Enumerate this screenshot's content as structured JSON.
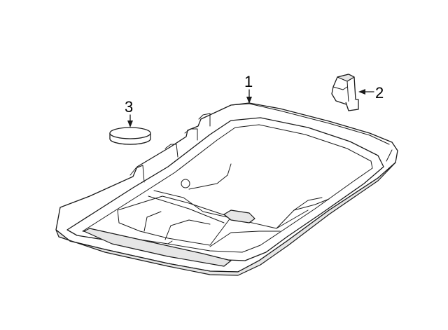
{
  "callouts": [
    {
      "id": "1",
      "label": "1"
    },
    {
      "id": "2",
      "label": "2"
    },
    {
      "id": "3",
      "label": "3"
    }
  ],
  "colors": {
    "line": "#1a1a1a",
    "shade": "#e6e6e6",
    "background": "#ffffff"
  }
}
